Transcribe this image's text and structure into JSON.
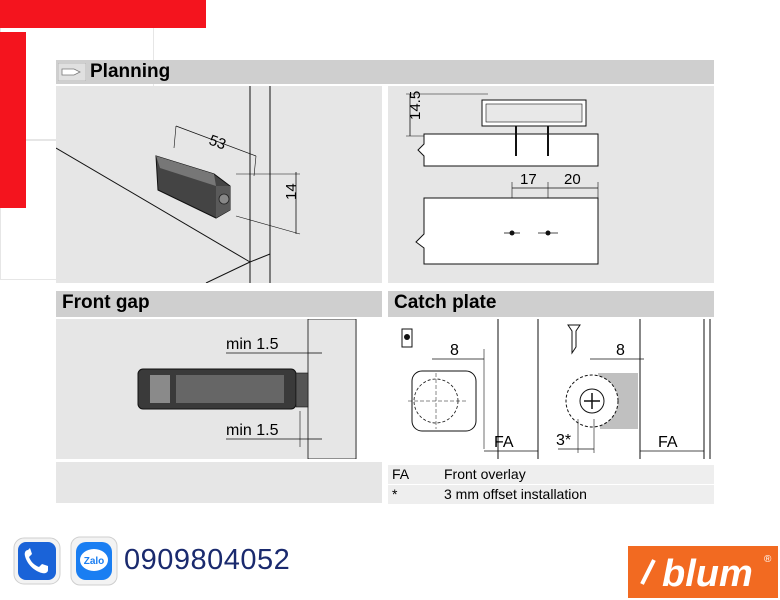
{
  "sections": {
    "planning": "Planning",
    "front_gap": "Front gap",
    "catch_plate": "Catch plate"
  },
  "planning_dims": {
    "length": "53",
    "height_left": "14",
    "height_right": "14.5",
    "offset_a": "17",
    "offset_b": "20"
  },
  "front_gap_dims": {
    "top": "min 1.5",
    "bottom": "min 1.5"
  },
  "catch_dims": {
    "left_width": "8",
    "right_width": "8",
    "left_fa": "FA",
    "right_fa": "FA",
    "offset": "3*"
  },
  "legend": [
    {
      "key": "FA",
      "value": "Front overlay"
    },
    {
      "key": "*",
      "value": "3 mm offset installation"
    }
  ],
  "footer": {
    "phone": "0909804052",
    "zalo_label": "Zalo",
    "brand": "blum"
  },
  "colors": {
    "accent_red": "#f4141e",
    "brand_orange": "#f26a21",
    "phone_text": "#1a2a6e"
  }
}
